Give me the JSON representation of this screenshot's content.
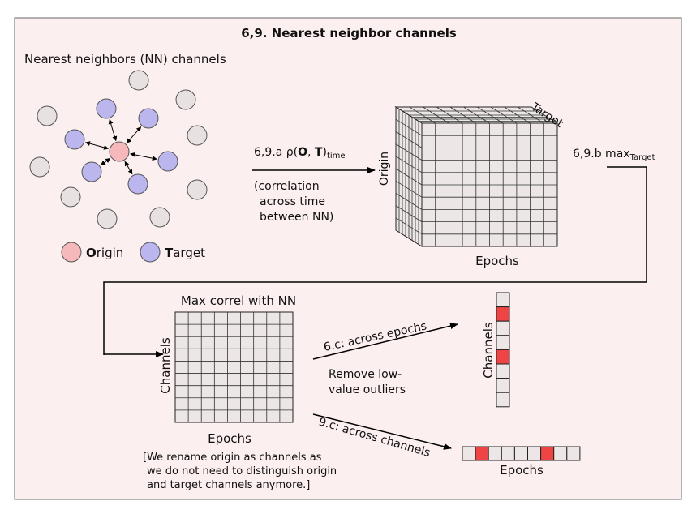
{
  "title": "6,9. Nearest neighbor channels",
  "nn_heading": "Nearest neighbors (NN) channels",
  "legend": {
    "origin_bold": "O",
    "origin_rest": "rigin",
    "target_bold": "T",
    "target_rest": "arget"
  },
  "step_a": {
    "prefix": "6,9.a ρ(",
    "o": "O",
    "comma": ", ",
    "t": "T",
    "close": ")",
    "sub": "time",
    "note_lines": [
      "(correlation",
      "across time",
      "between NN)"
    ]
  },
  "cube": {
    "label_target": "Target",
    "label_origin": "Origin",
    "label_epochs": "Epochs"
  },
  "step_b": {
    "prefix": "6,9.b max",
    "sub": "Target"
  },
  "matrix": {
    "title": "Max correl with NN",
    "label_channels": "Channels",
    "label_epochs": "Epochs"
  },
  "step_c_epochs": "6.c: across epochs",
  "remove_lines": [
    "Remove low-",
    "value outliers"
  ],
  "step_c_channels": "9.c: across channels",
  "column_label": "Channels",
  "row_label": "Epochs",
  "footnote_lines": [
    "[We rename origin as channels as",
    "we do not need to distinguish origin",
    "and target channels anymore.]"
  ],
  "colors": {
    "background": "#fcefef",
    "origin": "#f7b8bb",
    "target": "#bcb6ee",
    "neutral": "#e7e1e1",
    "highlight": "#ee4444",
    "cell": "#ece6e6"
  }
}
